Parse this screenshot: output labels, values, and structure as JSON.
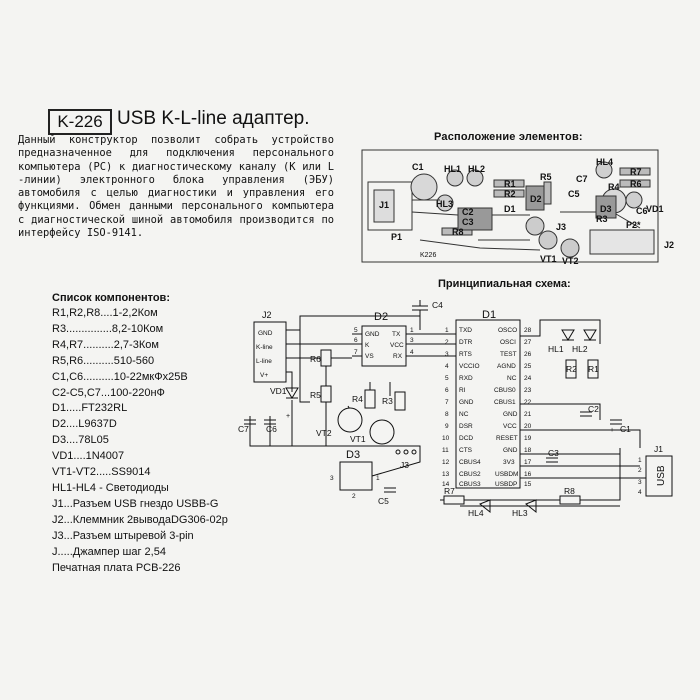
{
  "header": {
    "code": "K-226",
    "title": "USB K-L-line адаптер."
  },
  "description": "Данный конструктор позволит собрать устройство предназначенное для подключения персонального компьютера (PC) к диагностическому каналу (К или L -линии) электронного блока управления (ЭБУ) автомобиля с целью диагностики и управления его функциями. Обмен данными персонального компьютера с диагностической шиной автомобиля производится по интерфейсу ISO-9141.",
  "layout_heading": "Расположение элементов:",
  "schematic_heading": "Принципиальная схема:",
  "list_heading": "Список компонентов:",
  "components": [
    "R1,R2,R8....1-2,2Ком",
    "R3...............8,2-10Ком",
    "R4,R7..........2,7-3Ком",
    "R5,R6..........510-560",
    "C1,C6..........10-22мкФх25В",
    "C2-C5,C7...100-220нФ",
    "D1.....FT232RL",
    "D2....L9637D",
    "D3....78L05",
    "VD1....1N4007",
    "VT1-VT2.....SS9014",
    "HL1-HL4 - Светодиоды",
    "J1...Разъем USB гнездо USBB-G",
    "J2...Клеммник 2выводаDG306-02р",
    "J3...Разъем штыревой 3-pin",
    "J.....Джампер шаг 2,54",
    "Печатная плата PCB-226"
  ],
  "pcb_labels": {
    "j1": "J1",
    "j2": "J2",
    "j3": "J3",
    "p1": "P1",
    "p2": "P2*",
    "c1": "C1",
    "c2": "C2",
    "c3": "C3",
    "c5": "C5",
    "c6": "C6",
    "c7": "C7",
    "hl1": "HL1",
    "hl2": "HL2",
    "hl3": "HL3",
    "hl4": "HL4",
    "r1": "R1",
    "r2": "R2",
    "r3": "R3",
    "r4": "R4",
    "r5": "R5",
    "r6": "R6",
    "r7": "R7",
    "r8": "R8",
    "d1": "D1",
    "d2": "D2",
    "d3": "D3",
    "vd1": "VD1",
    "vt1": "VT1",
    "vt2": "VT2",
    "board": "K226"
  },
  "schematic": {
    "j2": "J2",
    "j2_pins": [
      "GND",
      "K-line",
      "L-line",
      "V+"
    ],
    "d2": "D2",
    "d2_left": [
      "GND",
      "K",
      "VS"
    ],
    "d2_right": [
      "TX",
      "VCC",
      "RX"
    ],
    "d2_lnum": [
      "5",
      "6",
      "7"
    ],
    "d2_rnum": [
      "1",
      "3",
      "4"
    ],
    "d1": "D1",
    "d1_left": [
      "TXD",
      "DTR",
      "RTS",
      "VCCIO",
      "RXD",
      "RI",
      "GND",
      "NC",
      "DSR",
      "DCD",
      "CTS",
      "CBUS4",
      "CBUS2",
      "CBUS3"
    ],
    "d1_lnum": [
      "1",
      "2",
      "3",
      "4",
      "5",
      "6",
      "7",
      "8",
      "9",
      "10",
      "11",
      "12",
      "13",
      "14"
    ],
    "d1_right": [
      "OSCO",
      "OSCI",
      "TEST",
      "AGND",
      "NC",
      "CBUS0",
      "CBUS1",
      "GND",
      "VCC",
      "RESET",
      "GND",
      "3V3",
      "USBDM",
      "USBDP"
    ],
    "d1_rnum": [
      "28",
      "27",
      "26",
      "25",
      "24",
      "23",
      "22",
      "21",
      "20",
      "19",
      "18",
      "17",
      "16",
      "15"
    ],
    "d3": "D3",
    "d3_pins": [
      "3",
      "1",
      "2"
    ],
    "j1": "J1",
    "j1_text": "USB",
    "j1_pins": [
      "1",
      "2",
      "3",
      "4"
    ],
    "j3": "J3",
    "parts": {
      "c4": "C4",
      "r6": "R6",
      "r5": "R5",
      "r4": "R4",
      "r3": "R3",
      "vd1": "VD1",
      "c7": "C7",
      "c6": "C6",
      "vt1": "VT1",
      "vt2": "VT2",
      "c5": "C5",
      "hl1": "HL1",
      "hl2": "HL2",
      "r2": "R2",
      "r1": "R1",
      "c2": "C2",
      "c1": "C1",
      "c3": "C3",
      "r7": "R7",
      "hl4": "HL4",
      "hl3": "HL3",
      "r8": "R8",
      "plus1": "+",
      "plus2": "+"
    }
  }
}
